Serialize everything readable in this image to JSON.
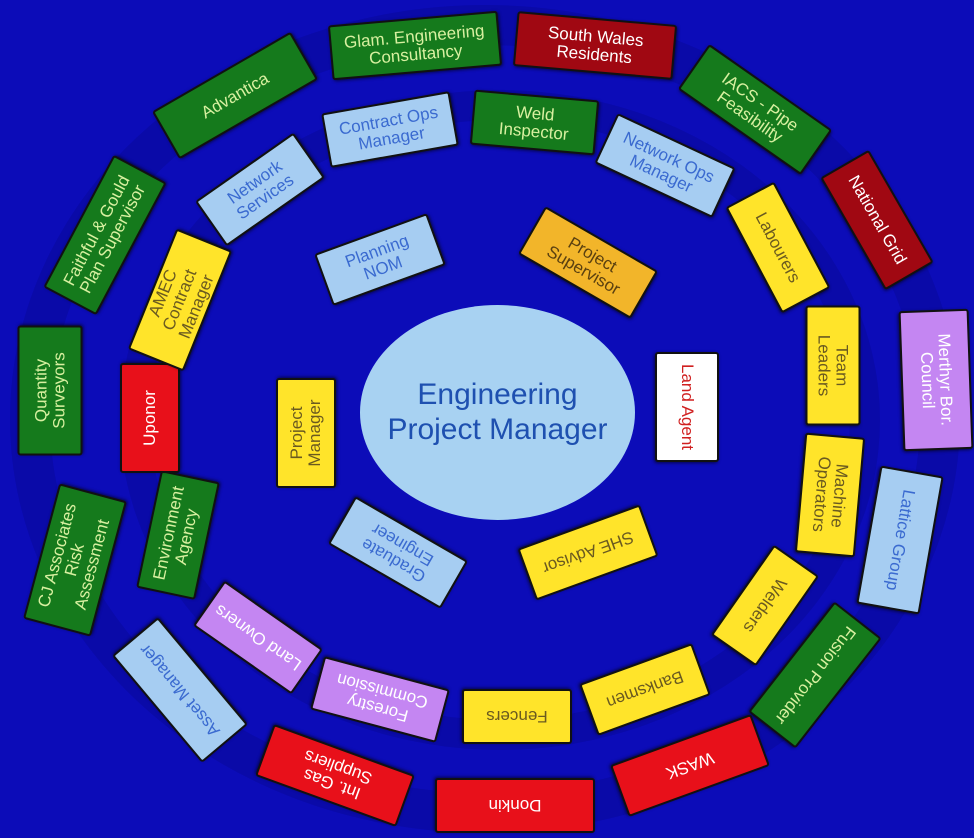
{
  "center": {
    "line1": "Engineering",
    "line2": "Project Manager"
  },
  "outer_ring": [
    {
      "label": "Glam. Engineering Consultancy",
      "color": "#157a1c"
    },
    {
      "label": "South Wales Residents",
      "color": "#a00812"
    },
    {
      "label": "IACS - Pipe Feasibility",
      "color": "#157a1c"
    },
    {
      "label": "National Grid",
      "color": "#a00812"
    },
    {
      "label": "Merthyr Bor. Council",
      "color": "#c486f2"
    },
    {
      "label": "Lattice Group",
      "color": "#a6cdf2"
    },
    {
      "label": "Fusion Provider",
      "color": "#157a1c"
    },
    {
      "label": "WASK",
      "color": "#e8101a"
    },
    {
      "label": "Donkin",
      "color": "#e8101a"
    },
    {
      "label": "Int. Gas Suppliers",
      "color": "#e8101a"
    },
    {
      "label": "Asset Manager",
      "color": "#a6cdf2"
    },
    {
      "label": "CJ Associates Risk Assessment",
      "color": "#157a1c"
    },
    {
      "label": "Quantity Surveyors",
      "color": "#157a1c"
    },
    {
      "label": "Faithful & Gould Plan Supervisor",
      "color": "#157a1c"
    },
    {
      "label": "Advantica",
      "color": "#157a1c"
    }
  ],
  "middle_ring": [
    {
      "label": "Weld Inspector",
      "color": "#157a1c"
    },
    {
      "label": "Network Ops Manager",
      "color": "#a6cdf2"
    },
    {
      "label": "Labourers",
      "color": "#ffe42a"
    },
    {
      "label": "Team Leaders",
      "color": "#ffe42a"
    },
    {
      "label": "Machine Operators",
      "color": "#ffe42a"
    },
    {
      "label": "Welders",
      "color": "#ffe42a"
    },
    {
      "label": "Banksmen",
      "color": "#ffe42a"
    },
    {
      "label": "Fencers",
      "color": "#ffe42a"
    },
    {
      "label": "Forestry Commission",
      "color": "#c486f2"
    },
    {
      "label": "Land Owners",
      "color": "#c486f2"
    },
    {
      "label": "Environment Agency",
      "color": "#157a1c"
    },
    {
      "label": "Uponor",
      "color": "#e8101a"
    },
    {
      "label": "AMEC Contract Manager",
      "color": "#ffe42a"
    },
    {
      "label": "Network Services",
      "color": "#a6cdf2"
    },
    {
      "label": "Contract Ops Manager",
      "color": "#a6cdf2"
    }
  ],
  "inner_ring": [
    {
      "label": "Planning NOM",
      "color": "#a6cdf2"
    },
    {
      "label": "Project Supervisor",
      "color": "#f2b52a"
    },
    {
      "label": "Land Agent",
      "color": "#ffffff"
    },
    {
      "label": "SHE Advisor",
      "color": "#ffe42a"
    },
    {
      "label": "Graduate Engineer",
      "color": "#a6cdf2"
    },
    {
      "label": "Project Manager",
      "color": "#ffe42a"
    }
  ]
}
